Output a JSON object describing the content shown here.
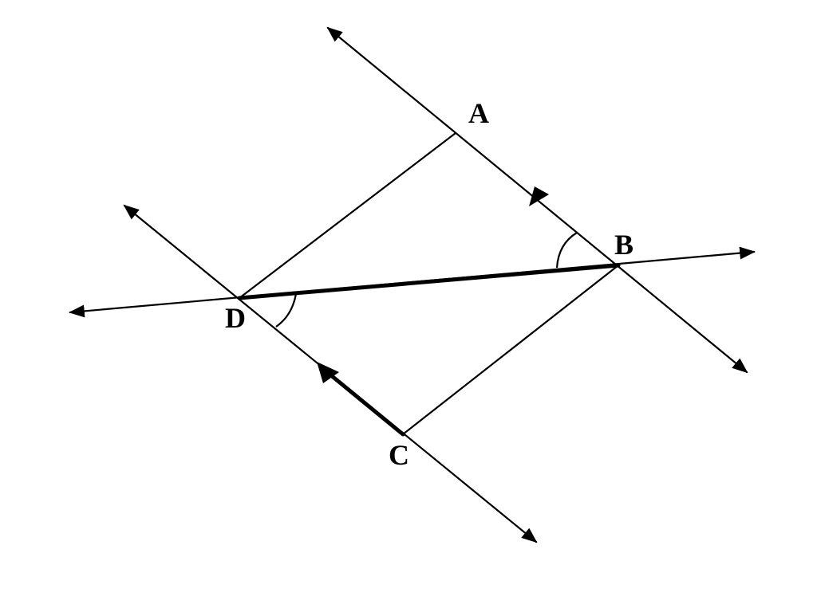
{
  "points": {
    "A": "A",
    "B": "B",
    "C": "C",
    "D": "D"
  },
  "colors": {
    "stroke": "#000000",
    "background": "#ffffff"
  },
  "marks": {
    "parallel_arrows": 2,
    "angle_arcs": 2
  }
}
